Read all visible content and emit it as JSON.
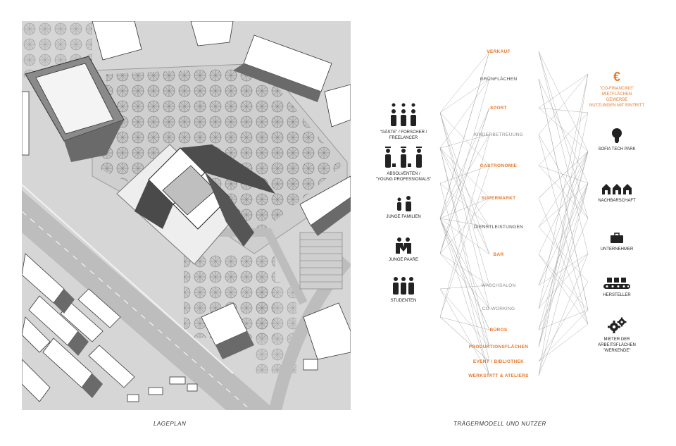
{
  "captions": {
    "left": "LAGEPLAN",
    "right": "TRÄGERMODELL UND NUTZER"
  },
  "functions": [
    {
      "label": "VERKAUF",
      "style": "highlight"
    },
    {
      "label": "GRÜNFLÄCHEN",
      "style": "dark"
    },
    {
      "label": "SPORT",
      "style": "highlight"
    },
    {
      "label": "KINDERBETREUUNG",
      "style": "light"
    },
    {
      "label": "GASTRONOMIE",
      "style": "highlight"
    },
    {
      "label": "SUPERMARKT",
      "style": "highlight"
    },
    {
      "label": "DIENSTLEISTUNGEN",
      "style": "dark"
    },
    {
      "label": "BAR",
      "style": "highlight"
    },
    {
      "label": "WASCHSALON",
      "style": "light"
    },
    {
      "label": "CO-WORKING",
      "style": "light"
    },
    {
      "label": "BÜROS",
      "style": "highlight"
    },
    {
      "label": "PRODUKTIONSFLÄCHEN",
      "style": "highlight"
    },
    {
      "label": "EVENT / BIBLIOTHEK",
      "style": "highlight"
    },
    {
      "label": "WERKSTATT & ATELIERS",
      "style": "highlight"
    }
  ],
  "users_left": [
    {
      "label": "\"GÄSTE\" / FORSCHER /\nFREELANCER",
      "icon": "three-people-lightbulb-icon"
    },
    {
      "label": "ABSOLVENTEN /\n\"YOUNG PROFESSIONALS\"",
      "icon": "three-people-graduates-icon"
    },
    {
      "label": "JUNGE FAMILIEN",
      "icon": "family-icon"
    },
    {
      "label": "JUNGE PAARE",
      "icon": "couple-icon"
    },
    {
      "label": "STUDENTEN",
      "icon": "three-students-icon"
    }
  ],
  "users_right": [
    {
      "label": "\"CO-FINANCING\"\nMIETFLÄCHEN\nGEWERBE\nNUTZUNGEN MIT EINTRITT",
      "icon": "euro-icon",
      "color": "#e8782a"
    },
    {
      "label": "SOFIA TECH PARK",
      "icon": "lightbulb-icon",
      "color": "#222222"
    },
    {
      "label": "NACHBARSCHAFT",
      "icon": "houses-icon",
      "color": "#222222"
    },
    {
      "label": "UNTERNEHMER",
      "icon": "briefcase-icon",
      "color": "#222222"
    },
    {
      "label": "HERSTELLER",
      "icon": "conveyor-icon",
      "color": "#222222"
    },
    {
      "label": "MIETER DER\nARBEITSFLÄCHEN\n\"WERKENDE\"",
      "icon": "gears-icon",
      "color": "#222222"
    }
  ],
  "colors": {
    "accent": "#e8782a",
    "text": "#222222",
    "light_text": "#8a8a8a",
    "lines": "#9a9a9a"
  }
}
